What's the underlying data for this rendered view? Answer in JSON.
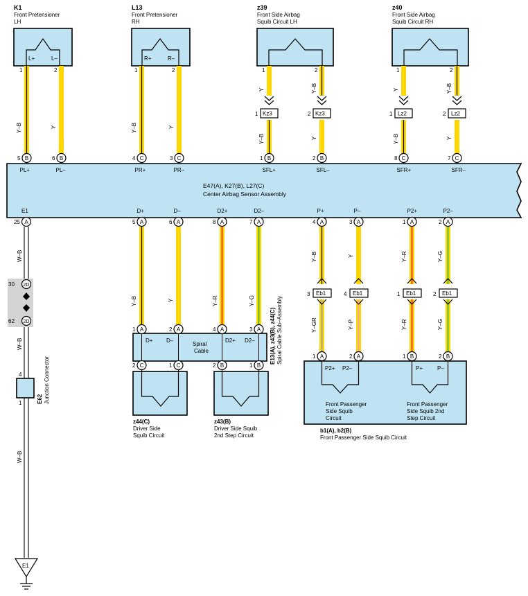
{
  "components": {
    "k1": {
      "id": "K1",
      "line1": "Front Pretensioner",
      "line2": "LH",
      "pin_pos": "L+",
      "pin_neg": "L–"
    },
    "l13": {
      "id": "L13",
      "line1": "Front Pretensioner",
      "line2": "RH",
      "pin_pos": "R+",
      "pin_neg": "R–"
    },
    "z39": {
      "id": "z39",
      "line1": "Front Side Airbag",
      "line2": "Squib Circuit LH"
    },
    "z40": {
      "id": "z40",
      "line1": "Front Side Airbag",
      "line2": "Squib Circuit RH"
    },
    "ecu": {
      "line1": "E47(A), K27(B), L27(C)",
      "line2": "Center Airbag Sensor Assembly"
    },
    "spiral": {
      "line1": "Spiral",
      "line2": "Cable",
      "vertical1": "E13(A), z43(B), z44(C)",
      "vertical2": "Spiral Cable Sub–Assembly"
    },
    "z44": {
      "id": "z44(C)",
      "line1": "Driver Side",
      "line2": "Squib Circuit"
    },
    "z43": {
      "id": "z43(B)",
      "line1": "Driver Side Squib",
      "line2": "2nd Step Circuit"
    },
    "b1b2": {
      "id": "b1(A), b2(B)",
      "line1": "Front Passenger Side Squib Circuit"
    },
    "fp1": {
      "line1": "Front Passenger",
      "line2": "Side Squib",
      "line3": "Circuit"
    },
    "fp2": {
      "line1": "Front Passenger",
      "line2": "Side Squib 2nd",
      "line3": "Step Circuit"
    },
    "e62": {
      "id": "E62",
      "name": "Junction Connector"
    },
    "ground": {
      "label": "E1"
    }
  },
  "ecu_top_pins": [
    {
      "name": "PL+",
      "num": "5",
      "conn": "B"
    },
    {
      "name": "PL–",
      "num": "6",
      "conn": "B"
    },
    {
      "name": "PR+",
      "num": "4",
      "conn": "C"
    },
    {
      "name": "PR–",
      "num": "3",
      "conn": "C"
    },
    {
      "name": "SFL+",
      "num": "1",
      "conn": "B"
    },
    {
      "name": "SFL–",
      "num": "2",
      "conn": "B"
    },
    {
      "name": "SFR+",
      "num": "8",
      "conn": "C"
    },
    {
      "name": "SFR–",
      "num": "7",
      "conn": "C"
    }
  ],
  "ecu_bottom_pins": [
    {
      "name": "E1",
      "num": "25",
      "conn": "A"
    },
    {
      "name": "D+",
      "num": "5",
      "conn": "A"
    },
    {
      "name": "D–",
      "num": "6",
      "conn": "A"
    },
    {
      "name": "D2+",
      "num": "8",
      "conn": "A"
    },
    {
      "name": "D2–",
      "num": "7",
      "conn": "A"
    },
    {
      "name": "P+",
      "num": "4",
      "conn": "A"
    },
    {
      "name": "P–",
      "num": "3",
      "conn": "A"
    },
    {
      "name": "P2+",
      "num": "1",
      "conn": "A"
    },
    {
      "name": "P2–",
      "num": "2",
      "conn": "A"
    }
  ],
  "upper_wires": [
    {
      "color": "Y–B",
      "top_pin": "1"
    },
    {
      "color": "Y",
      "top_pin": "2"
    },
    {
      "color": "Y–B",
      "top_pin": "1"
    },
    {
      "color": "Y",
      "top_pin": "2"
    },
    {
      "color_top": "Y",
      "color_bot": "Y–B",
      "top_pin": "1",
      "inline": "Kz3",
      "inline_pin": "1"
    },
    {
      "color_top": "Y–B",
      "color_bot": "Y",
      "top_pin": "2",
      "inline": "Kz3",
      "inline_pin": "2"
    },
    {
      "color_top": "Y",
      "color_bot": "Y–B",
      "top_pin": "1",
      "inline": "Lz2",
      "inline_pin": "1"
    },
    {
      "color_top": "Y–B",
      "color_bot": "Y",
      "top_pin": "2",
      "inline": "Lz2",
      "inline_pin": "2"
    }
  ],
  "lower_wires": {
    "ground_wire": "W–B",
    "junction_top": {
      "num": "30",
      "conn": "2D"
    },
    "junction_bot": {
      "num": "62",
      "conn": "2D"
    },
    "e62_top_pin": "4",
    "e62_bot_pin": "1",
    "spiral_in": [
      {
        "color": "Y–B",
        "num": "1",
        "conn": "A",
        "pin": "D+"
      },
      {
        "color": "Y",
        "num": "2",
        "conn": "A",
        "pin": "D–"
      },
      {
        "color": "Y–R",
        "num": "4",
        "conn": "A",
        "pin": "D2+"
      },
      {
        "color": "Y–G",
        "num": "3",
        "conn": "A",
        "pin": "D2–"
      }
    ],
    "spiral_out": [
      {
        "num": "2",
        "conn": "C"
      },
      {
        "num": "1",
        "conn": "C"
      },
      {
        "num": "2",
        "conn": "B"
      },
      {
        "num": "1",
        "conn": "B"
      }
    ],
    "passenger": [
      {
        "color_top": "Y–B",
        "color_bot": "Y–GR",
        "eb_pin": "3",
        "out_num": "1",
        "out_conn": "A",
        "pin": "P2+"
      },
      {
        "color_top": "Y",
        "color_bot": "Y–P",
        "eb_pin": "4",
        "out_num": "2",
        "out_conn": "A",
        "pin": "P2–"
      },
      {
        "color_top": "Y–R",
        "color_bot": "Y–R",
        "eb_pin": "1",
        "out_num": "1",
        "out_conn": "B",
        "pin": "P+"
      },
      {
        "color_top": "Y–G",
        "color_bot": "Y–G",
        "eb_pin": "2",
        "out_num": "2",
        "out_conn": "B",
        "pin": "P–"
      }
    ],
    "eb_label": "Eb1"
  },
  "colors": {
    "yellow": "#ffd700",
    "box": "#bfe3f2",
    "gray": "#d4d4d4",
    "red": "#e8342a",
    "green": "#47b649",
    "pink": "#f4a6b6",
    "grayline": "#9aa0a6"
  }
}
